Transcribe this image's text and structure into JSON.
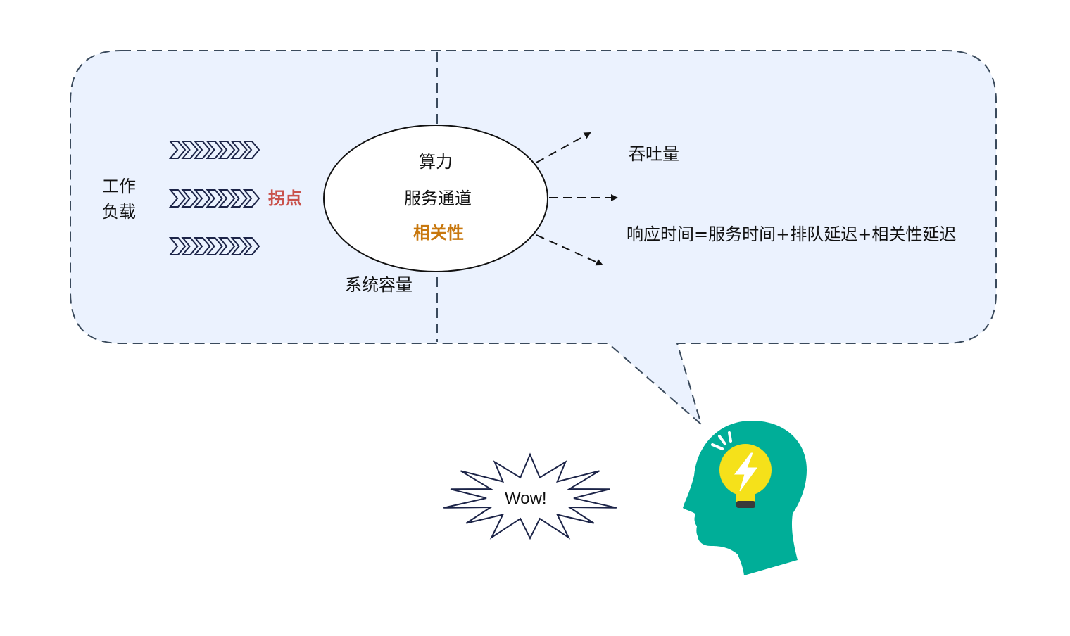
{
  "workload": {
    "line1": "工作",
    "line2": "负载"
  },
  "inflection_point": "拐点",
  "system_box": {
    "compute": "算力",
    "service_channel": "服务通道",
    "correlation": "相关性",
    "capacity": "系统容量"
  },
  "outputs": {
    "throughput": "吞吐量",
    "response_time": "响应时间=服务时间+排队延迟+相关性延迟"
  },
  "exclamation": "Wow!",
  "colors": {
    "bubble_fill": "#ebf2fe",
    "dash_stroke": "#3a4a5c",
    "inflection_point": "#c9514b",
    "correlation": "#c8780e",
    "head": "#00ae98",
    "bulb": "#f5e11a",
    "chevron_stroke": "#1c2448"
  },
  "icons": [
    "chevron-arrow-icon",
    "lightbulb-icon",
    "lightning-icon",
    "thinking-head-icon",
    "starburst-icon"
  ]
}
